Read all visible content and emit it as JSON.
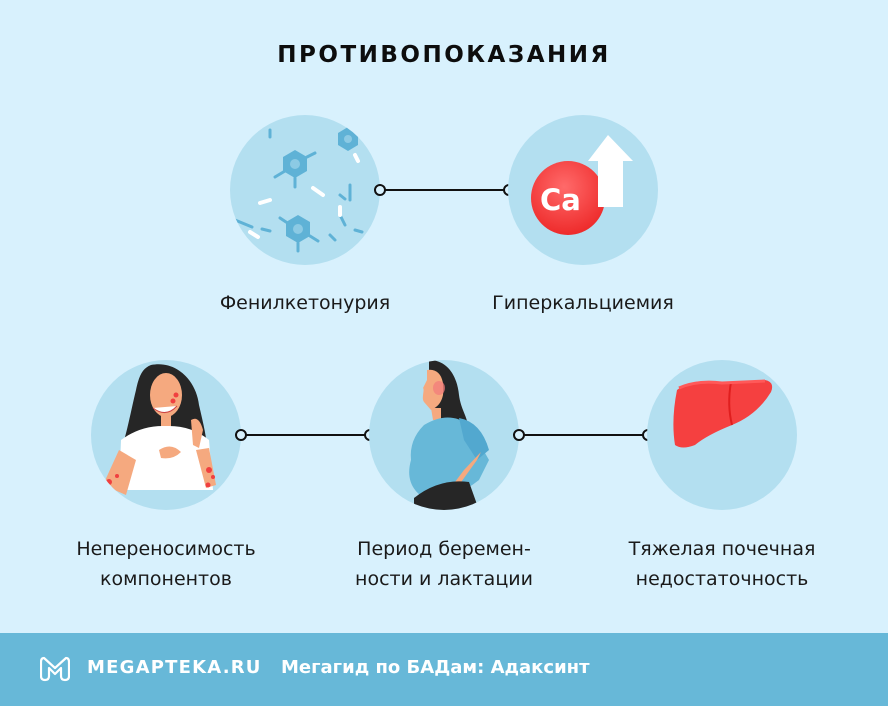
{
  "header": {
    "title": "ПРОТИВОПОКАЗАНИЯ"
  },
  "items": [
    {
      "label_line1": "Фенилкетонурия",
      "label_line2": "",
      "icon": "cells-icon"
    },
    {
      "label_line1": "Гиперкальциемия",
      "label_line2": "",
      "icon": "calcium-up-icon",
      "badge": "Ca"
    },
    {
      "label_line1": "Непереносимость",
      "label_line2": "компонентов",
      "icon": "allergy-woman-icon"
    },
    {
      "label_line1": "Период беремен-",
      "label_line2": "ности и лактации",
      "icon": "pregnant-woman-icon"
    },
    {
      "label_line1": "Тяжелая почечная",
      "label_line2": "недостаточность",
      "icon": "organ-icon"
    }
  ],
  "footer": {
    "brand": "MEGAPTEKA.RU",
    "subtitle": "Мегагид по БАДам: Адаксинт"
  },
  "colors": {
    "background": "#d8f1fd",
    "circle": "#b3dff0",
    "footer": "#67b8d8",
    "accent_red": "#f54040"
  }
}
